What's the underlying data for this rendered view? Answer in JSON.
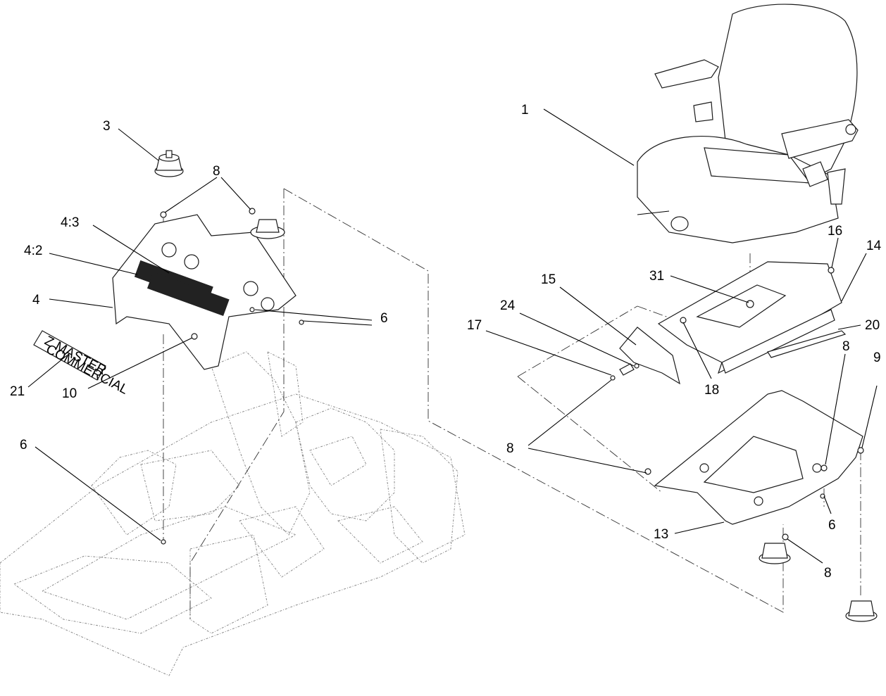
{
  "callouts": [
    {
      "id": "c1",
      "text": "1"
    },
    {
      "id": "c3",
      "text": "3"
    },
    {
      "id": "c8a",
      "text": "8"
    },
    {
      "id": "c4_3",
      "text": "4:3"
    },
    {
      "id": "c4_2",
      "text": "4:2"
    },
    {
      "id": "c4",
      "text": "4"
    },
    {
      "id": "c21",
      "text": "21"
    },
    {
      "id": "c10",
      "text": "10"
    },
    {
      "id": "c6a",
      "text": "6"
    },
    {
      "id": "c6b",
      "text": "6"
    },
    {
      "id": "c16",
      "text": "16"
    },
    {
      "id": "c14",
      "text": "14"
    },
    {
      "id": "c31",
      "text": "31"
    },
    {
      "id": "c15",
      "text": "15"
    },
    {
      "id": "c24",
      "text": "24"
    },
    {
      "id": "c17",
      "text": "17"
    },
    {
      "id": "c20",
      "text": "20"
    },
    {
      "id": "c18",
      "text": "18"
    },
    {
      "id": "c8b",
      "text": "8"
    },
    {
      "id": "c9",
      "text": "9"
    },
    {
      "id": "c8c",
      "text": "8"
    },
    {
      "id": "c6c",
      "text": "6"
    },
    {
      "id": "c13",
      "text": "13"
    },
    {
      "id": "c8d",
      "text": "8"
    }
  ],
  "decal": {
    "line1": "Z MASTER",
    "line2": "COMMERCIAL"
  }
}
